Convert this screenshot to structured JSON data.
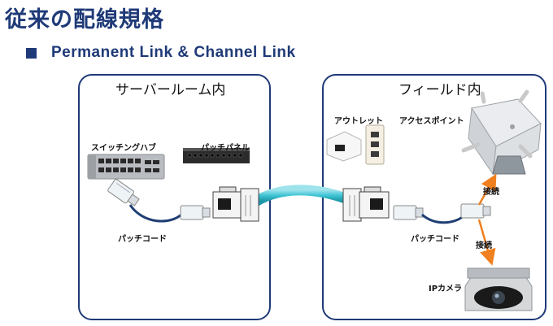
{
  "title": "従来の配線規格",
  "subtitle": "Permanent Link & Channel Link",
  "server_room": {
    "title": "サーバールーム内",
    "switching_hub_label": "スイッチングハブ",
    "patch_panel_label": "パッチパネル",
    "patch_cord_label": "パッチコード"
  },
  "field": {
    "title": "フィールド内",
    "outlet_label": "アウトレット",
    "access_point_label": "アクセスポイント",
    "connect_label_1": "接続",
    "connect_label_2": "接続",
    "patch_cord_label": "パッチコード",
    "ip_camera_label": "IPカメラ"
  },
  "colors": {
    "title": "#1f3a78",
    "frame_border": "#1f3a78",
    "patch_cord": "#1f3e74",
    "permanent_link": "#3ec4d4",
    "arrow": "#f08020"
  }
}
